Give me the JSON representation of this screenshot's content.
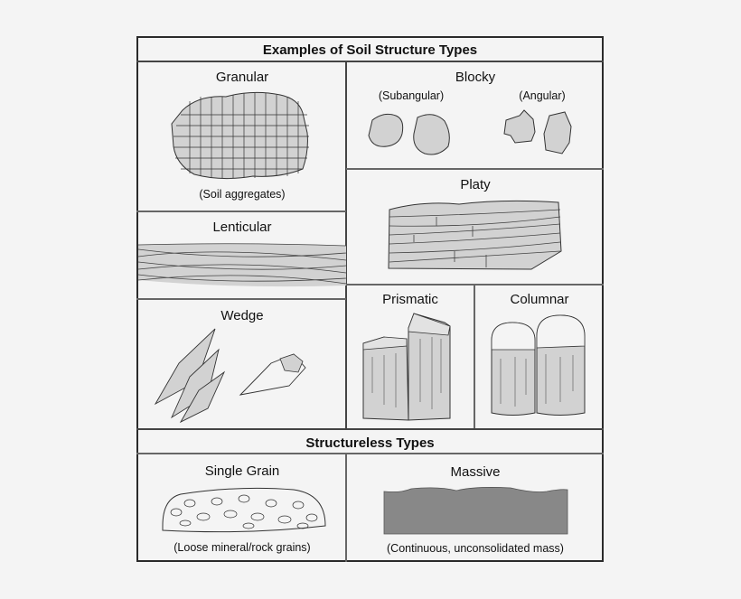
{
  "title": "Examples of Soil Structure Types",
  "structured": {
    "granular": {
      "label": "Granular",
      "caption": "(Soil aggregates)"
    },
    "blocky": {
      "label": "Blocky",
      "variants": [
        "(Subangular)",
        "(Angular)"
      ]
    },
    "platy": {
      "label": "Platy"
    },
    "lenticular": {
      "label": "Lenticular"
    },
    "wedge": {
      "label": "Wedge"
    },
    "prismatic": {
      "label": "Prismatic"
    },
    "columnar": {
      "label": "Columnar"
    }
  },
  "structureless_title": "Structureless Types",
  "structureless": {
    "single_grain": {
      "label": "Single Grain",
      "caption": "(Loose mineral/rock grains)"
    },
    "massive": {
      "label": "Massive",
      "caption": "(Continuous, unconsolidated mass)"
    }
  },
  "colors": {
    "fill": "#d2d2d2",
    "massive_fill": "#888888",
    "stroke": "#333333",
    "background": "#f4f4f4"
  }
}
